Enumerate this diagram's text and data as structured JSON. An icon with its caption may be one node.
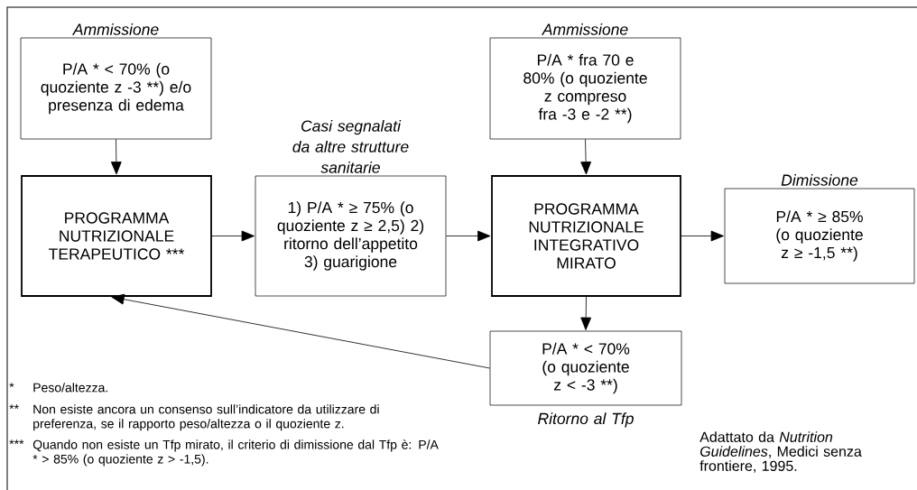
{
  "diagram": {
    "nodes": [
      {
        "text": [
          "P/A * < 70% (o quoziente z -3 **) e/o presenza di edema"
        ],
        "beside": [
          "Ammissione"
        ]
      },
      {
        "text": [
          "PROGRAMMA NUTRIZIONALE TERAPEUTICO ***"
        ]
      },
      {
        "text": [
          "1) P/A * ≥ 75% (o quoziente z ≥ 2,5) 2) ritorno dell’appetito 3) guarigione"
        ],
        "beside": [
          "Casi segnalati da altre strutture sanitarie"
        ]
      },
      {
        "text": [
          "P/A * fra 70 e 80% (o quoziente z compreso fra -3 e -2 **)"
        ],
        "beside": [
          "Ammissione"
        ]
      },
      {
        "text": [
          "PROGRAMMA NUTRIZIONALE INTEGRATIVO MIRATO"
        ]
      },
      {
        "text": [
          "P/A * ≥ 85% (o quoziente z ≥ -1,5 **)"
        ],
        "beside": [
          "Dimissione"
        ]
      },
      {
        "text": [
          "P/A * < 70% (o quoziente z < -3 **)"
        ],
        "beside": [
          "Ritorno al Tfp"
        ]
      }
    ],
    "edges": [
      {
        "from": 0,
        "to": 1,
        "arrow": "to"
      },
      {
        "from": 1,
        "to": 2,
        "arrow": "to"
      },
      {
        "from": 2,
        "to": 4,
        "arrow": "to"
      },
      {
        "from": 3,
        "to": 4,
        "arrow": "to"
      },
      {
        "from": 4,
        "to": 5,
        "arrow": "to"
      },
      {
        "from": 4,
        "to": 6,
        "arrow": "to"
      },
      {
        "from": 6,
        "to": 1,
        "arrow": "to"
      }
    ],
    "labels": [
      "*",
      "Peso/altezza.",
      "**",
      "Non esiste ancora un consenso sull’indicatore da utilizzare di preferenza, se il rapporto peso/altezza o il quoziente z.",
      "***",
      "Quando non esiste un Tfp mirato, il criterio di dimissione dal Tfp è: P/A * > 85% (o quoziente z > -1,5).",
      "Adattato da *Nutrition Guidelines*, Medici senza frontiere, 1995."
    ]
  }
}
